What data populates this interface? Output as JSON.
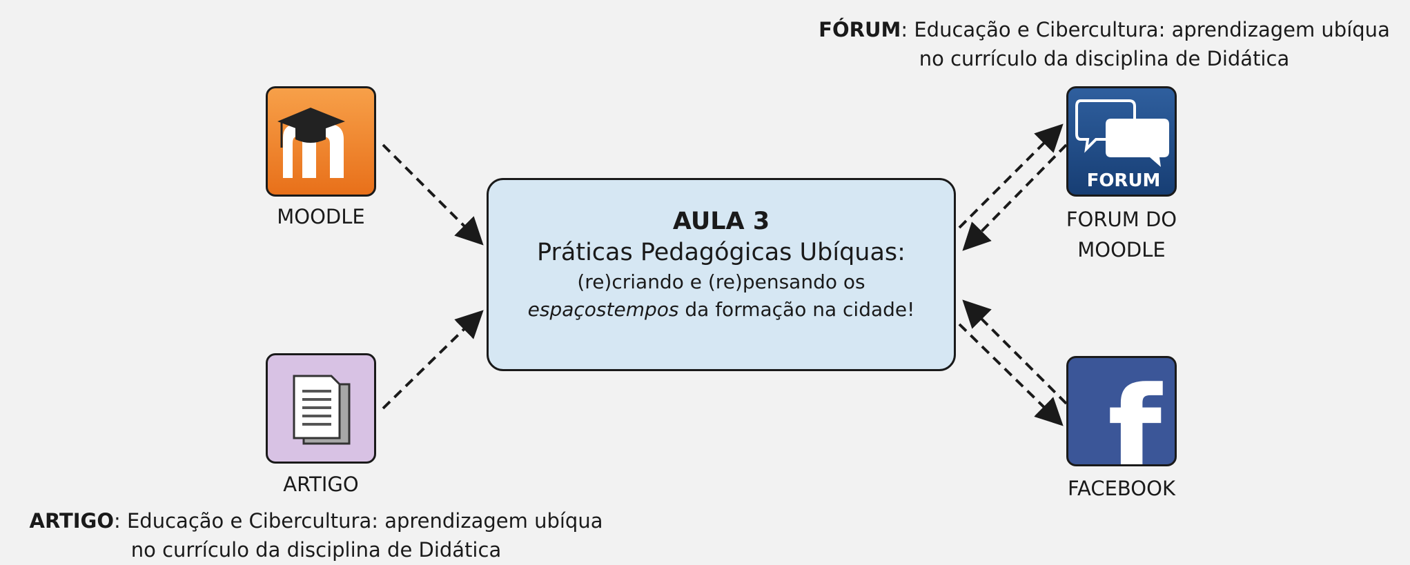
{
  "center": {
    "title": "AULA 3",
    "subtitle": "Práticas Pedagógicas Ubíquas:",
    "line1": "(re)criando e (re)pensando os",
    "line2_italic": "espaçostempos",
    "line2_rest": " da formação na cidade!"
  },
  "nodes": {
    "moodle": {
      "label": "MOODLE",
      "icon": "moodle-logo-icon"
    },
    "artigo": {
      "label": "ARTIGO",
      "icon": "document-icon"
    },
    "forum": {
      "label_line1": "FORUM DO",
      "label_line2": "MOODLE",
      "icon": "forum-speech-bubbles-icon",
      "icon_text": "FORUM"
    },
    "facebook": {
      "label": "FACEBOOK",
      "icon": "facebook-icon",
      "icon_text": "f"
    }
  },
  "captions": {
    "forum": {
      "bold": "FÓRUM",
      "line1_rest": ": Educação e Cibercultura: aprendizagem ubíqua",
      "line2": "no currículo da disciplina de Didática"
    },
    "artigo": {
      "bold": "ARTIGO",
      "line1_rest": ": Educação e Cibercultura: aprendizagem ubíqua",
      "line2": "no currículo da disciplina de Didática"
    }
  },
  "colors": {
    "center_fill": "#d6e7f3",
    "moodle_orange": "#e8701a",
    "artigo_purple": "#d8c2e4",
    "forum_blue": "#173e74",
    "facebook_blue": "#3b5698"
  }
}
